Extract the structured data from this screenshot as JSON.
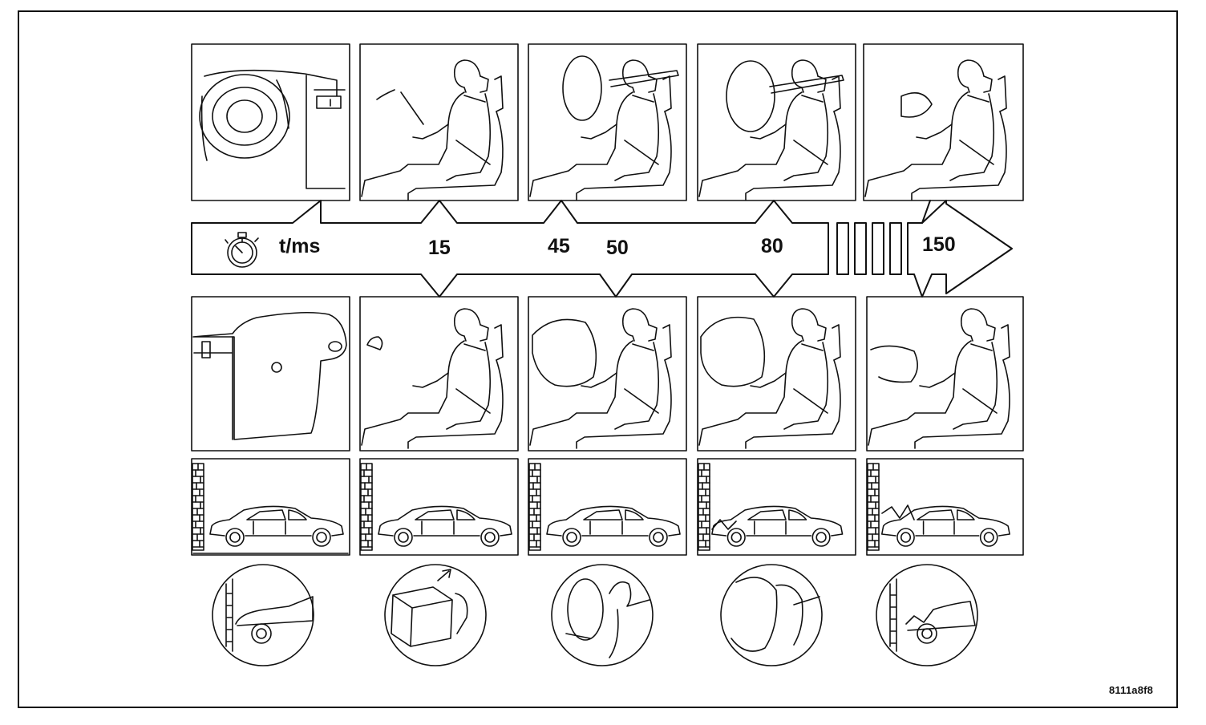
{
  "timeline": {
    "unit_label": "t/ms",
    "times": [
      "15",
      "45",
      "50",
      "80",
      "150"
    ]
  },
  "icons": {
    "timer": "stopwatch-icon"
  },
  "reference_code": "8111a8f8",
  "colors": {
    "line": "#111111",
    "background": "#ffffff"
  }
}
